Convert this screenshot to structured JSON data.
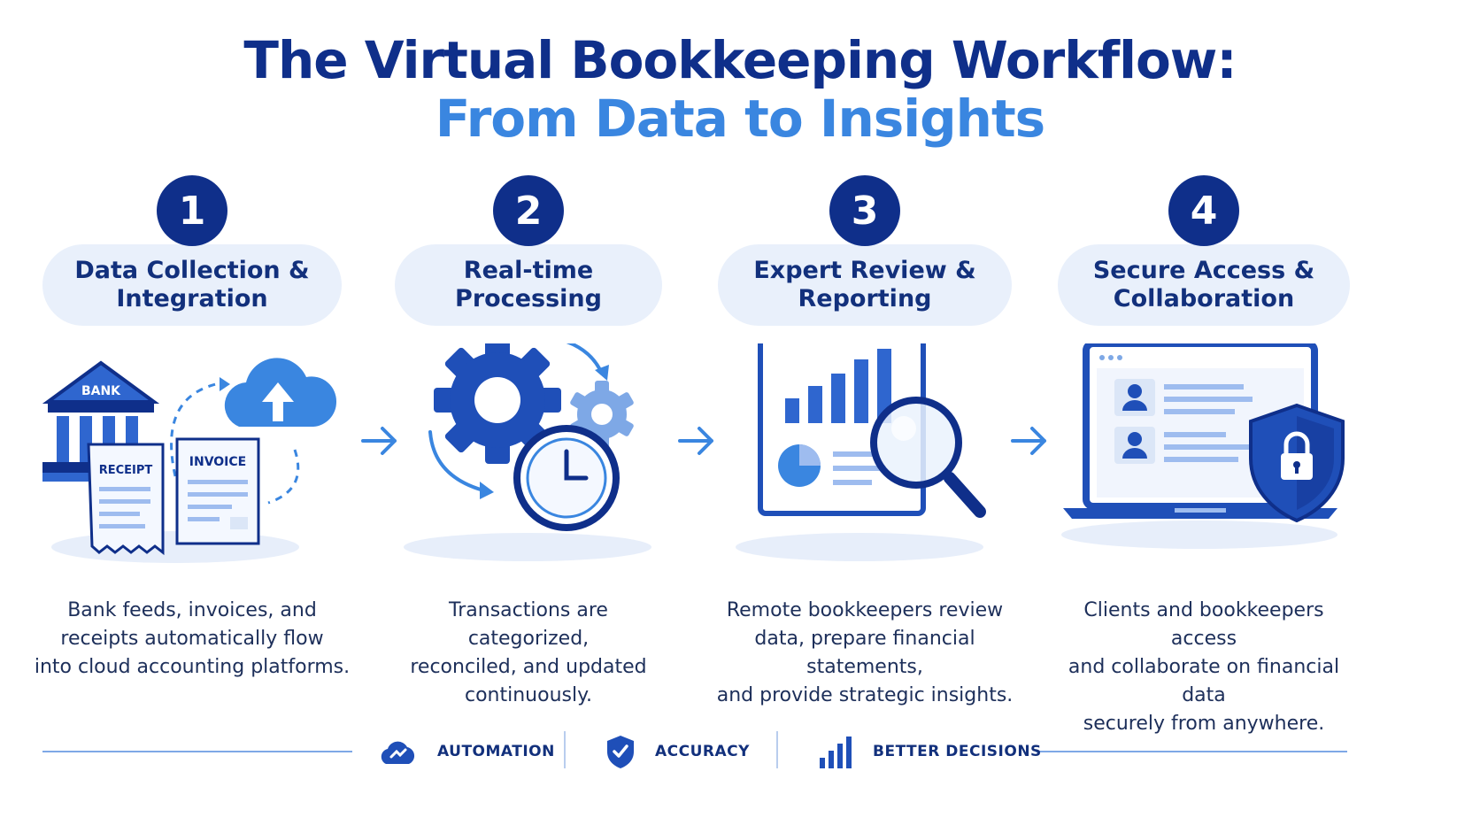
{
  "title": {
    "line1": "The Virtual Bookkeeping Workflow:",
    "line2": "From Data to Insights"
  },
  "steps": [
    {
      "number": "1",
      "title_line1": "Data Collection &",
      "title_line2": "Integration",
      "labels": {
        "bank": "BANK",
        "receipt": "RECEIPT",
        "invoice": "INVOICE"
      },
      "desc_line1": "Bank feeds, invoices, and",
      "desc_line2": "receipts automatically flow",
      "desc_line3": "into cloud accounting platforms."
    },
    {
      "number": "2",
      "title_line1": "Real-time",
      "title_line2": "Processing",
      "desc_line1": "Transactions are categorized,",
      "desc_line2": "reconciled, and updated",
      "desc_line3": "continuously."
    },
    {
      "number": "3",
      "title_line1": "Expert Review &",
      "title_line2": "Reporting",
      "desc_line1": "Remote bookkeepers review",
      "desc_line2": "data, prepare financial statements,",
      "desc_line3": "and provide strategic insights."
    },
    {
      "number": "4",
      "title_line1": "Secure Access &",
      "title_line2": "Collaboration",
      "desc_line1": "Clients and bookkeepers access",
      "desc_line2": "and collaborate on financial data",
      "desc_line3": "securely from anywhere."
    }
  ],
  "footer": {
    "items": [
      {
        "label": "AUTOMATION",
        "icon": "cloud-icon"
      },
      {
        "label": "ACCURACY",
        "icon": "shield-check-icon"
      },
      {
        "label": "BETTER DECISIONS",
        "icon": "bar-chart-icon"
      }
    ]
  },
  "colors": {
    "navy": "#0f2f8a",
    "blue": "#3a86e0",
    "pill": "#e9f0fb"
  }
}
